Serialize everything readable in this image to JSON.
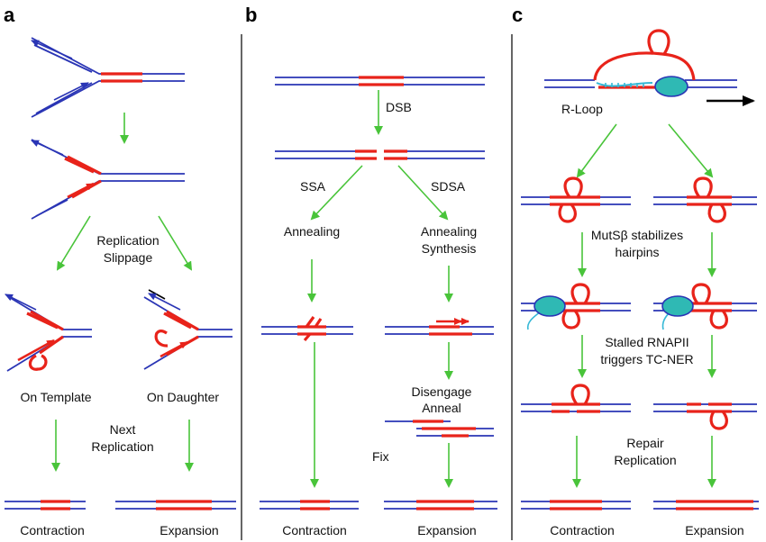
{
  "panels": {
    "a": {
      "label": "a",
      "slippage_line1": "Replication",
      "slippage_line2": "Slippage",
      "on_template": "On Template",
      "on_daughter": "On Daughter",
      "next_line1": "Next",
      "next_line2": "Replication",
      "contraction": "Contraction",
      "expansion": "Expansion"
    },
    "b": {
      "label": "b",
      "dsb": "DSB",
      "ssa": "SSA",
      "sdsa": "SDSA",
      "annealing": "Annealing",
      "annealing_synthesis_line1": "Annealing",
      "annealing_synthesis_line2": "Synthesis",
      "disengage_line1": "Disengage",
      "disengage_line2": "Anneal",
      "fix": "Fix",
      "contraction": "Contraction",
      "expansion": "Expansion"
    },
    "c": {
      "label": "c",
      "rloop": "R-Loop",
      "mutsb_line1": "MutSβ stabilizes",
      "mutsb_line2": "hairpins",
      "stalled_line1": "Stalled RNAPII",
      "stalled_line2": "triggers TC-NER",
      "repair_line1": "Repair",
      "repair_line2": "Replication",
      "contraction": "Contraction",
      "expansion": "Expansion"
    }
  },
  "colors": {
    "dna_strand": "#2a35b5",
    "repeat_tract": "#e8231a",
    "arrow": "#49c43a",
    "rna_polymerase": "#2fb9b4",
    "rna_transcript": "#35b8d6"
  }
}
